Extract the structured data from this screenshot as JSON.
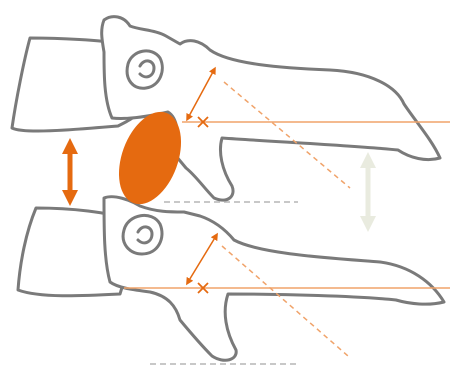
{
  "colors": {
    "bone_outline": "#7a7a7a",
    "disc": "#e56a10",
    "reference_line": "#f0a36a",
    "arrow_orange": "#e56a10",
    "arrow_light": "#e9ebdf",
    "guide_gray": "#b5b5b5"
  },
  "elements": {
    "upper_vertebra": "vertebra",
    "lower_vertebra": "vertebra",
    "disc": "intervertebral-disc",
    "disc_height_arrow": "double-arrow",
    "foraminal_height_arrow": "double-arrow",
    "facet_marker_upper": "x-mark",
    "facet_marker_lower": "x-mark"
  }
}
